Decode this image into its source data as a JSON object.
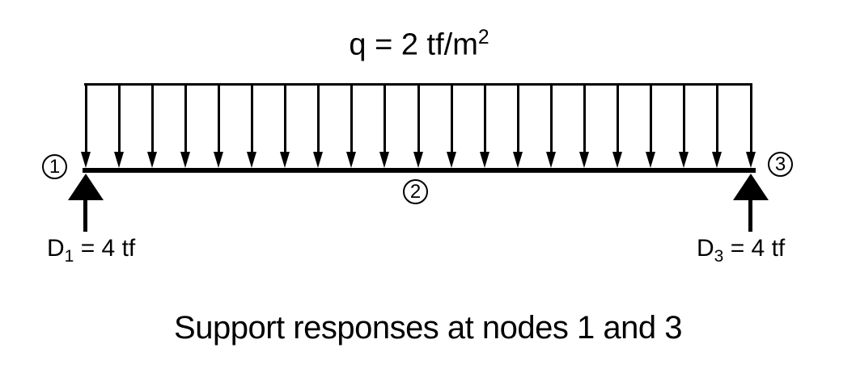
{
  "colors": {
    "ink": "#000000",
    "background": "#ffffff"
  },
  "diagram": {
    "load": {
      "label_base": "q = 2 tf/m",
      "label_sup": "2",
      "arrow_count": 21
    },
    "nodes": [
      {
        "label": "1"
      },
      {
        "label": "2"
      },
      {
        "label": "3"
      }
    ],
    "reactions": [
      {
        "symbol": "D",
        "subscript": "1",
        "value": " = 4 tf"
      },
      {
        "symbol": "D",
        "subscript": "3",
        "value": " = 4 tf"
      }
    ],
    "caption": "Support responses at nodes 1 and 3"
  }
}
